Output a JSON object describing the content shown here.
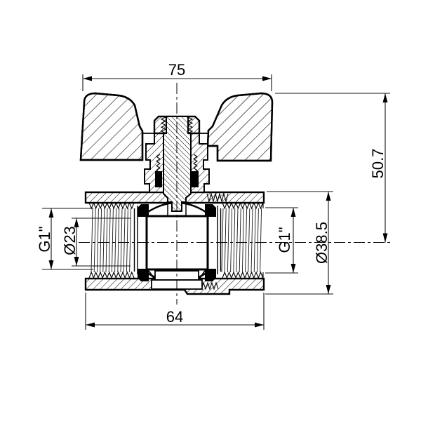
{
  "drawing": {
    "subject": "ball-valve-cross-section-technical-drawing",
    "colors": {
      "line": "#000000",
      "background": "#ffffff"
    },
    "dimensions": {
      "handle_width": "75",
      "overall_height": "50.7",
      "body_diameter": "Ø38.5",
      "thread_size_right": "G1\"",
      "thread_size_left": "G1\"",
      "bore_diameter": "Ø23",
      "body_length": "64"
    }
  }
}
